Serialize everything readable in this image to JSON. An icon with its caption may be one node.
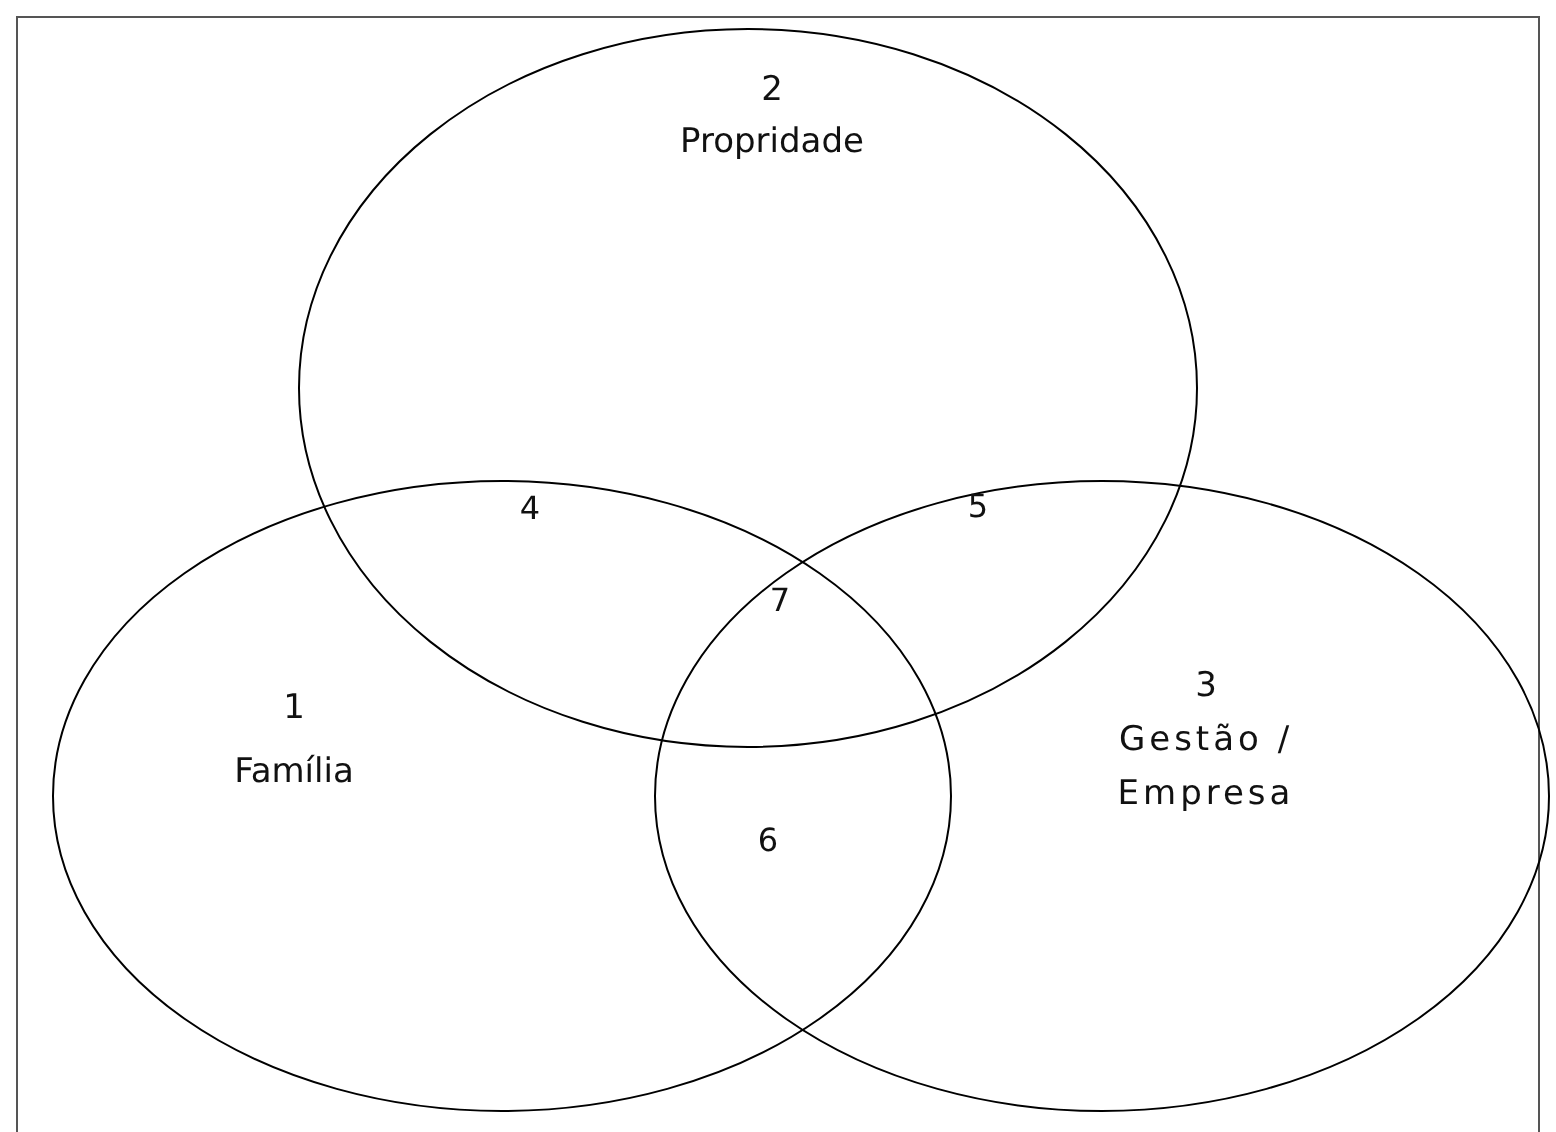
{
  "diagram": {
    "nodes": [
      {
        "text": [
          "2",
          "Propridade"
        ]
      },
      {
        "text": [
          "1",
          "Família"
        ]
      },
      {
        "text": [
          "3",
          "Gestão / Empresa"
        ]
      }
    ],
    "labels": [
      "4",
      "5",
      "7",
      "6"
    ]
  }
}
